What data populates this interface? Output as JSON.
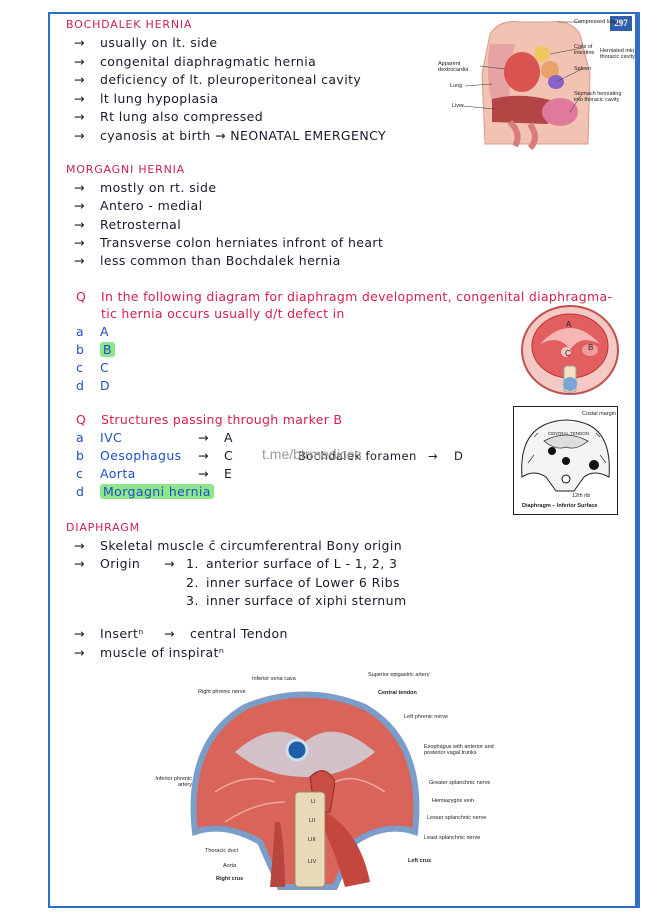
{
  "page_number": "297",
  "watermark": "t.me/btrmedicos",
  "bochdalek": {
    "title": "BOCHDALEK HERNIA",
    "points": [
      "usually on lt. side",
      "congenital diaphragmatic hernia",
      "deficiency of lt. pleuroperitoneal cavity",
      "lt lung hypoplasia",
      "Rt lung also compressed",
      "cyanosis at birth → NEONATAL EMERGENCY"
    ],
    "figure_labels": {
      "compressed": "Compressed lung",
      "coils": "Coils of intestine",
      "herniated": "Herniated into thoracic cavity",
      "spleen": "Spleen",
      "apparent": "Apparent dextrocardia",
      "lung": "Lung",
      "liver": "Liver",
      "stomach": "Stomach herniating into thoracic cavity"
    }
  },
  "morgagni": {
    "title": "MORGAGNI HERNIA",
    "points": [
      "mostly on rt. side",
      "Antero - medial",
      "Retrosternal",
      "Transverse colon herniates infront of heart",
      "less common than Bochdalek hernia"
    ]
  },
  "question1": {
    "label": "Q",
    "text_line1": "In the following diagram for diaphragm development, congenital diaphragma-",
    "text_line2": "tic hernia occurs usually d/t defect in",
    "options": [
      {
        "letter": "a",
        "text": "A"
      },
      {
        "letter": "b",
        "text": "B"
      },
      {
        "letter": "c",
        "text": "C"
      },
      {
        "letter": "d",
        "text": "D"
      }
    ],
    "figure_labels": {
      "a": "A",
      "b": "B",
      "c": "C"
    }
  },
  "question2": {
    "label": "Q",
    "text": "Structures passing through marker B",
    "options": [
      {
        "letter": "a",
        "text": "IVC",
        "arrow_to": "A"
      },
      {
        "letter": "b",
        "text": "Oesophagus",
        "arrow_to": "C"
      },
      {
        "letter": "c",
        "text": "Aorta",
        "arrow_to": "E"
      },
      {
        "letter": "d",
        "text": "Morgagni hernia"
      }
    ],
    "extra": "Bochdalek foramen",
    "extra_arrow_to": "D",
    "figure_labels": {
      "costal": "Costal margin",
      "rib": "12th rib",
      "caption": "Diaphragm – Inferior Surface",
      "central": "CENTRAL TENDON"
    }
  },
  "diaphragm": {
    "title": "DIAPHRAGM",
    "point1": "Skeletal muscle c̄ circumferentral Bony origin",
    "origin_label": "Origin",
    "origins": [
      {
        "n": "1.",
        "text": "anterior surface of L - 1, 2, 3"
      },
      {
        "n": "2.",
        "text": "inner surface of Lower 6 Ribs"
      },
      {
        "n": "3.",
        "text": "inner surface of xiphi sternum"
      }
    ],
    "insert": "Insertⁿ",
    "insert_target": "central Tendon",
    "muscle": "muscle of inspiratⁿ",
    "figure_labels": {
      "ivc": "Inferior vena cava",
      "sup_epi": "Superior epigastric artery",
      "rt_phrenic": "Right phrenic nerve",
      "central_tendon": "Central tendon",
      "lt_phrenic": "Left phrenic nerve",
      "esophagus": "Esophagus with anterior and posterior vagal trunks",
      "inf_phrenic": "Inferior phrenic artery",
      "greater": "Greater splanchnic nerve",
      "hemiazygos": "Hemiazygos vein",
      "lesser": "Lesser splanchnic nerve",
      "least": "Least splanchnic nerve",
      "thoracic_duct": "Thoracic duct",
      "aorta": "Aorta",
      "left_crus": "Left crus",
      "right_crus": "Right crus",
      "l1": "LI",
      "l2": "LII",
      "l3": "LIII",
      "l4": "LIV"
    }
  }
}
